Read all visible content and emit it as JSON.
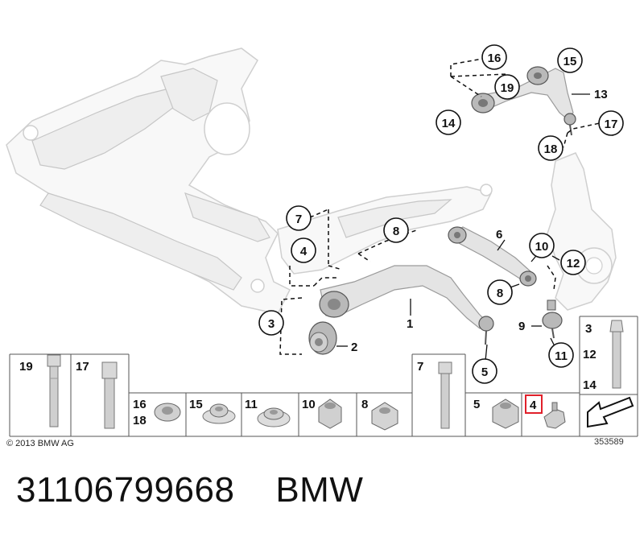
{
  "callouts": {
    "c1": "1",
    "c2": "2",
    "c3": "3",
    "c4": "4",
    "c5": "5",
    "c6": "6",
    "c7": "7",
    "c8a": "8",
    "c8b": "8",
    "c9": "9",
    "c10": "10",
    "c11": "11",
    "c12": "12",
    "c13": "13",
    "c14": "14",
    "c15": "15",
    "c16": "16",
    "c17": "17",
    "c18": "18",
    "c19": "19"
  },
  "parts_table": {
    "cells": [
      {
        "id": "cell-19",
        "labels": [
          "19"
        ]
      },
      {
        "id": "cell-17",
        "labels": [
          "17"
        ]
      },
      {
        "id": "cell-16-18",
        "labels": [
          "16",
          "18"
        ]
      },
      {
        "id": "cell-15",
        "labels": [
          "15"
        ]
      },
      {
        "id": "cell-11",
        "labels": [
          "11"
        ]
      },
      {
        "id": "cell-10",
        "labels": [
          "10"
        ]
      },
      {
        "id": "cell-8",
        "labels": [
          "8"
        ]
      },
      {
        "id": "cell-7",
        "labels": [
          "7"
        ]
      },
      {
        "id": "cell-5",
        "labels": [
          "5"
        ]
      },
      {
        "id": "cell-4",
        "labels": [
          "4"
        ],
        "highlight_color": "#e0202a"
      },
      {
        "id": "cell-3-12-14",
        "labels": [
          "3",
          "12",
          "14"
        ]
      }
    ]
  },
  "copyright": "© 2013 BMW AG",
  "diagram_number": "353589",
  "caption": {
    "part_number": "31106799668",
    "brand": "BMW"
  }
}
